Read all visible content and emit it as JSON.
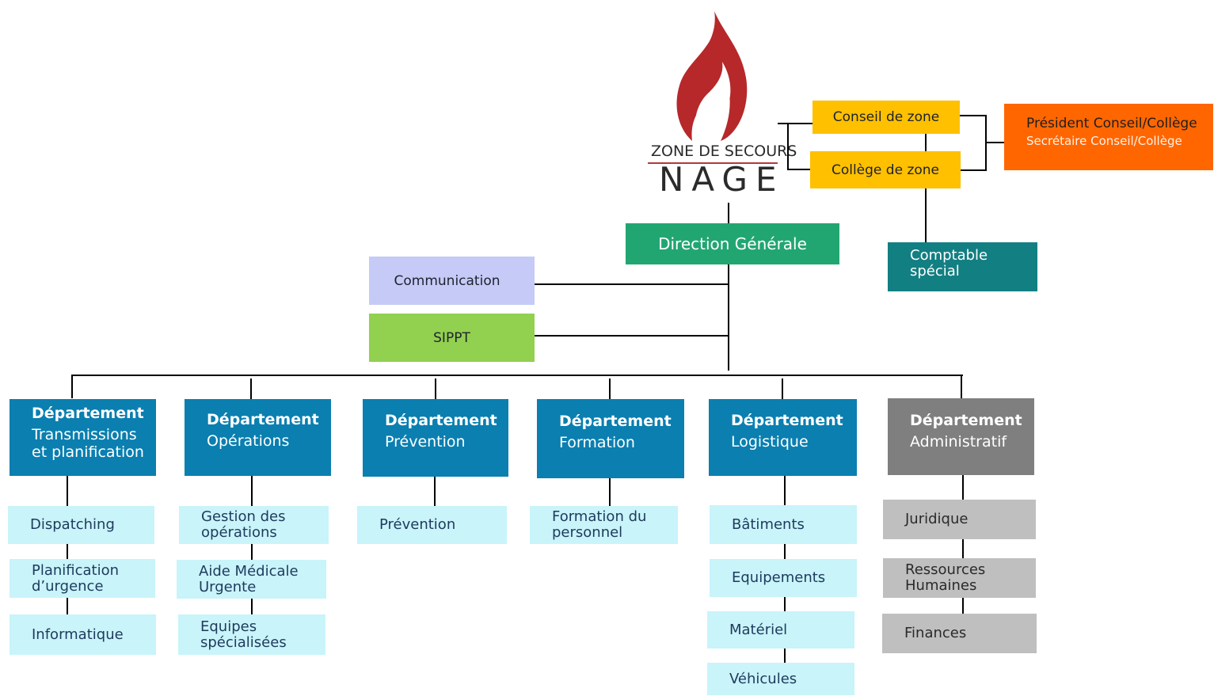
{
  "logo": {
    "line1": "ZONE DE SECOURS",
    "line2": "NAGE",
    "flame_color": "#b6282a"
  },
  "governance": {
    "conseil": "Conseil de zone",
    "college": "Collège de zone",
    "president": "Président Conseil/Collège",
    "secretaire": "Secrétaire Conseil/Collège",
    "comptable": "Comptable\nspécial"
  },
  "direction": "Direction Générale",
  "staff": {
    "communication": "Communication",
    "sippt": "SIPPT"
  },
  "departments": [
    {
      "title": "Département",
      "name": "Transmissions\net planification",
      "units": [
        "Dispatching",
        "Planification\nd’urgence",
        "Informatique"
      ]
    },
    {
      "title": "Département",
      "name": "Opérations",
      "units": [
        "Gestion des\nopérations",
        "Aide Médicale\nUrgente",
        "Equipes\nspécialisées"
      ]
    },
    {
      "title": "Département",
      "name": "Prévention",
      "units": [
        "Prévention"
      ]
    },
    {
      "title": "Département",
      "name": "Formation",
      "units": [
        "Formation du\npersonnel"
      ]
    },
    {
      "title": "Département",
      "name": "Logistique",
      "units": [
        "Bâtiments",
        "Equipements",
        "Matériel",
        "Véhicules"
      ]
    },
    {
      "title": "Département",
      "name": "Administratif",
      "units": [
        "Juridique",
        "Ressources\nHumaines",
        "Finances"
      ]
    }
  ],
  "colors": {
    "department": "#0a7fb0",
    "department_admin": "#7f7f7f",
    "unit": "#c8f4fa",
    "unit_admin": "#bfbfbf",
    "governance": "#ffc000",
    "president": "#ff6600",
    "direction": "#21a672",
    "comptable": "#127f82",
    "communication": "#c5caf6",
    "sippt": "#92d050"
  }
}
